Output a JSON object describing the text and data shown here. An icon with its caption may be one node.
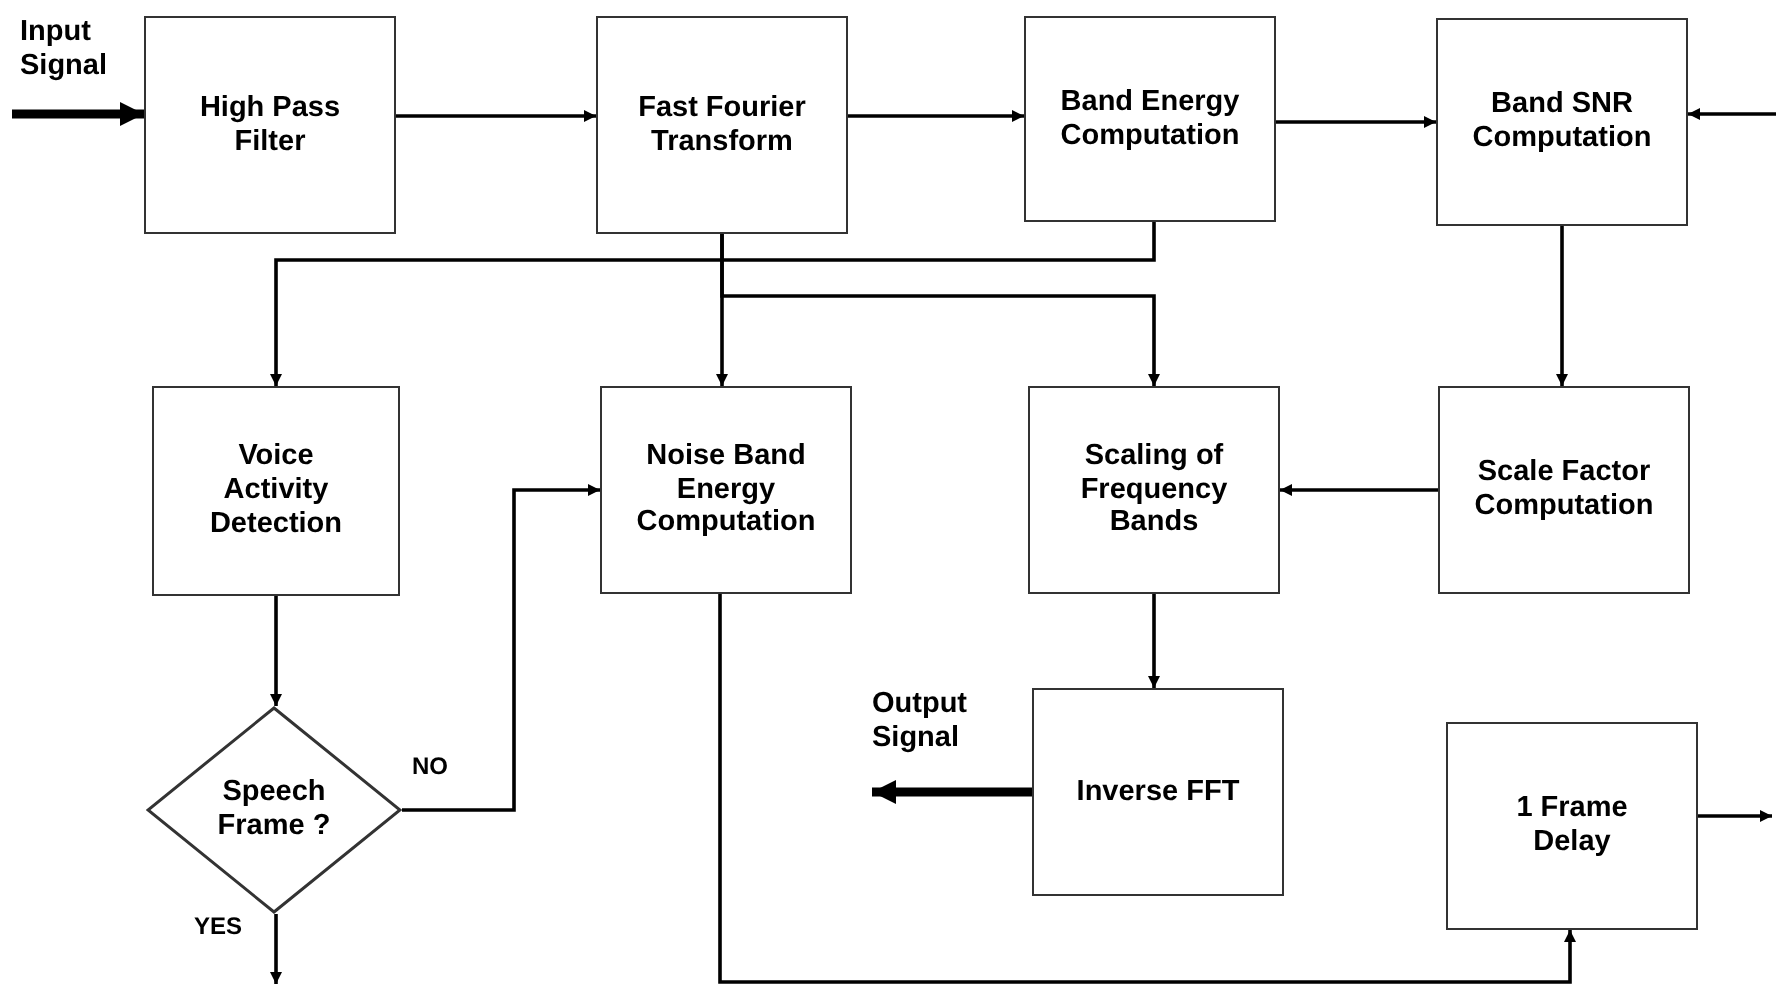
{
  "diagram": {
    "nodes": [
      {
        "text": [
          "High Pass Filter"
        ]
      },
      {
        "text": [
          "Fast Fourier Transform"
        ]
      },
      {
        "text": [
          "Band Energy Computation"
        ]
      },
      {
        "text": [
          "Band SNR Computation"
        ]
      },
      {
        "text": [
          "Voice Activity Detection"
        ]
      },
      {
        "text": [
          "Noise Band Energy Computation"
        ]
      },
      {
        "text": [
          "Scaling of Frequency Bands"
        ]
      },
      {
        "text": [
          "Scale Factor Computation"
        ]
      },
      {
        "text": [
          "Speech Frame ?"
        ]
      },
      {
        "text": [
          "Inverse FFT"
        ]
      },
      {
        "text": [
          "1 Frame Delay"
        ]
      }
    ],
    "edges": [
      {
        "from": null,
        "to": 0,
        "arrow": "to",
        "style": "thick"
      },
      {
        "from": 0,
        "to": 1,
        "arrow": "to"
      },
      {
        "from": 1,
        "to": 2,
        "arrow": "to"
      },
      {
        "from": 2,
        "to": 3,
        "arrow": "to"
      },
      {
        "from": null,
        "to": 3,
        "arrow": "to"
      },
      {
        "from": 2,
        "to": 4,
        "arrow": "to"
      },
      {
        "from": 1,
        "to": 5,
        "arrow": "to"
      },
      {
        "from": 1,
        "to": 6,
        "arrow": "to"
      },
      {
        "from": 3,
        "to": 7,
        "arrow": "to"
      },
      {
        "from": 7,
        "to": 6,
        "arrow": "to"
      },
      {
        "from": 6,
        "to": 9,
        "arrow": "to"
      },
      {
        "from": 9,
        "to": null,
        "arrow": "to",
        "style": "thick"
      },
      {
        "from": 4,
        "to": 8,
        "arrow": "to"
      },
      {
        "from": 8,
        "to": 5,
        "arrow": "to",
        "label": "NO"
      },
      {
        "from": 8,
        "to": null,
        "arrow": "to",
        "label": "YES"
      },
      {
        "from": 5,
        "to": 10,
        "arrow": "to"
      },
      {
        "from": 10,
        "to": null,
        "arrow": "to"
      }
    ],
    "labels": [
      "Input Signal",
      "Output Signal"
    ]
  }
}
